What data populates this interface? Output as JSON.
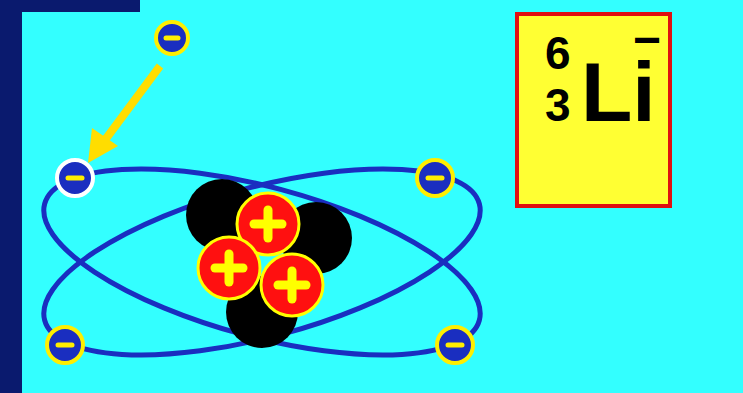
{
  "diagram": {
    "nodes": [
      {
        "text": [
          "6",
          "3",
          "Li",
          "−"
        ]
      }
    ]
  }
}
